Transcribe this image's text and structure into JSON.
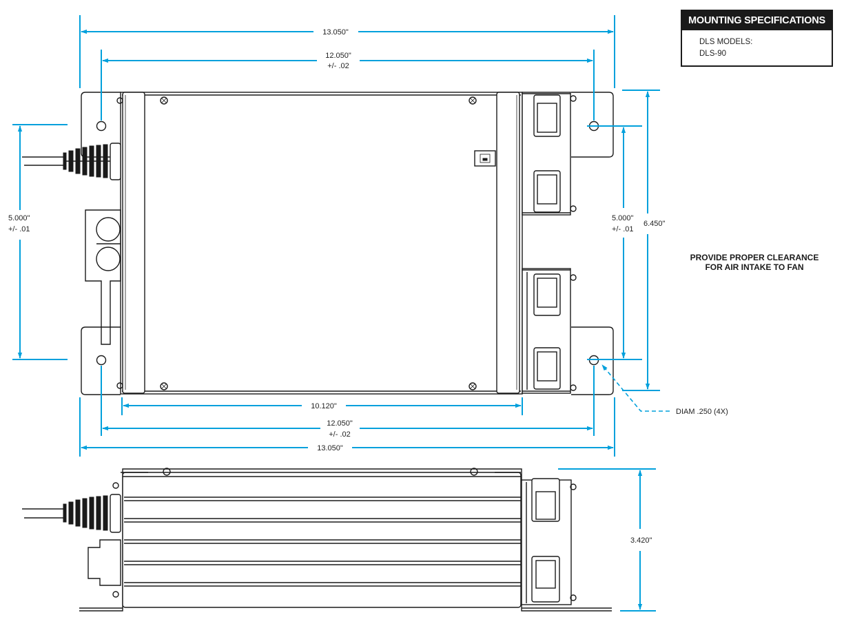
{
  "spec_box": {
    "title": "MOUNTING SPECIFICATIONS",
    "models_label": "DLS MODELS:",
    "model": "DLS-90"
  },
  "note": {
    "line1": "PROVIDE PROPER CLEARANCE",
    "line2": "FOR AIR INTAKE TO FAN"
  },
  "dimensions": {
    "top_overall": "13.050\"",
    "top_holes": "12.050\"",
    "top_holes_tol": "+/- .02",
    "left_height": "5.000\"",
    "left_height_tol": "+/- .01",
    "right_holes": "5.000\"",
    "right_holes_tol": "+/- .01",
    "right_overall": "6.450\"",
    "body_length": "10.120\"",
    "bottom_holes": "12.050\"",
    "bottom_holes_tol": "+/- .02",
    "bottom_overall": "13.050\"",
    "side_height": "3.420\"",
    "hole_callout": "DIAM .250 (4X)"
  },
  "colors": {
    "dimension": "#00a0dc",
    "linework": "#1a1a1a"
  }
}
